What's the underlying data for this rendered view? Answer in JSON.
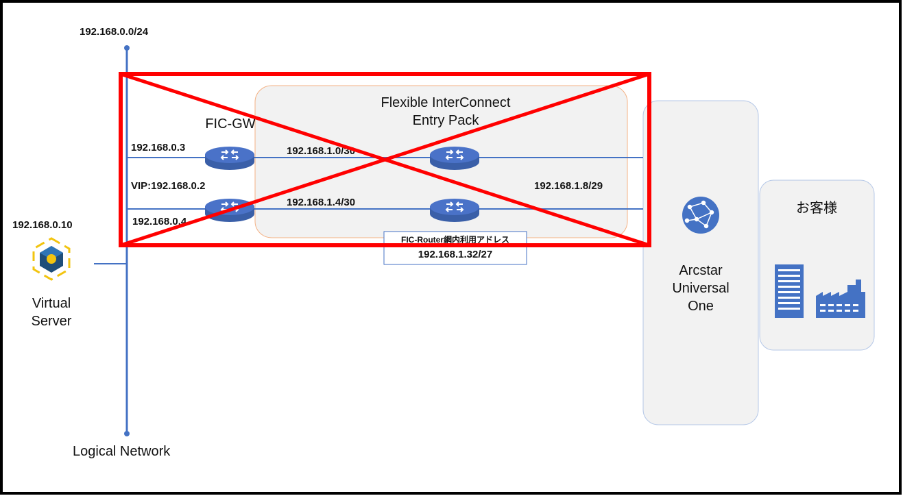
{
  "network": {
    "subnet": "192.168.0.0/24",
    "name": "Logical Network"
  },
  "server": {
    "ip": "192.168.0.10",
    "name_line1": "Virtual",
    "name_line2": "Server"
  },
  "fic_gw": {
    "title": "FIC-GW",
    "ip_top": "192.168.0.3",
    "vip": "VIP:192.168.0.2",
    "ip_bottom": "192.168.0.4"
  },
  "fic_entry_pack": {
    "title_line1": "Flexible InterConnect",
    "title_line2": "Entry Pack",
    "link_top": "192.168.1.0/30",
    "link_bottom": "192.168.1.4/30",
    "right_subnet": "192.168.1.8/29",
    "internal_label": "FIC-Router網内利用アドレス",
    "internal_subnet": "192.168.1.32/27"
  },
  "arcstar": {
    "line1": "Arcstar",
    "line2": "Universal",
    "line3": "One"
  },
  "customer": {
    "title": "お客様"
  },
  "colors": {
    "line_blue": "#4472c4",
    "router_blue": "#4a72c8",
    "cross_red": "#ff0000",
    "panel_fill": "#f2f2f2",
    "panel_border_blue": "#b4c7e7",
    "pack_border": "#f4b183",
    "icon_blue": "#4472c4",
    "server_gold": "#f2c40f",
    "server_navy": "#1f4e79"
  }
}
